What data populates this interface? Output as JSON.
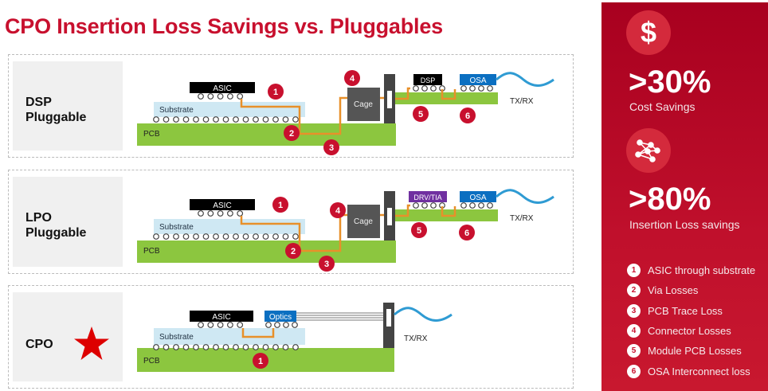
{
  "title": "CPO Insertion Loss Savings vs. Pluggables",
  "rows": [
    {
      "label_line1": "DSP",
      "label_line2": "Pluggable",
      "asic": "ASIC",
      "substrate": "Substrate",
      "pcb": "PCB",
      "cage": "Cage",
      "chip1": "DSP",
      "chip2": "OSA",
      "txrx": "TX/RX",
      "badges": [
        "1",
        "2",
        "3",
        "4",
        "5",
        "6"
      ]
    },
    {
      "label_line1": "LPO",
      "label_line2": "Pluggable",
      "asic": "ASIC",
      "substrate": "Substrate",
      "pcb": "PCB",
      "cage": "Cage",
      "chip1": "DRV/TIA",
      "chip2": "OSA",
      "txrx": "TX/RX",
      "badges": [
        "1",
        "2",
        "3",
        "4",
        "5",
        "6"
      ]
    },
    {
      "label_line1": "CPO",
      "asic": "ASIC",
      "optics": "Optics",
      "substrate": "Substrate",
      "pcb": "PCB",
      "txrx": "TX/RX",
      "badges": [
        "1"
      ]
    }
  ],
  "panel": {
    "stat1": {
      "icon": "dollar-icon",
      "value": ">30%",
      "label": "Cost Savings"
    },
    "stat2": {
      "icon": "network-icon",
      "value": ">80%",
      "label": "Insertion Loss savings"
    },
    "legend": [
      {
        "n": "1",
        "text": "ASIC through substrate"
      },
      {
        "n": "2",
        "text": "Via Losses"
      },
      {
        "n": "3",
        "text": "PCB Trace Loss"
      },
      {
        "n": "4",
        "text": "Connector Losses"
      },
      {
        "n": "5",
        "text": "Module PCB Losses"
      },
      {
        "n": "6",
        "text": "OSA Interconnect loss"
      }
    ]
  },
  "colors": {
    "accent": "#c8102e",
    "pcb": "#8cc63f",
    "substrate": "#cfe8f3",
    "trace": "#e8902a",
    "osa": "#0b6fc1",
    "drv": "#7030a0",
    "fiber": "#2f9bd3"
  }
}
